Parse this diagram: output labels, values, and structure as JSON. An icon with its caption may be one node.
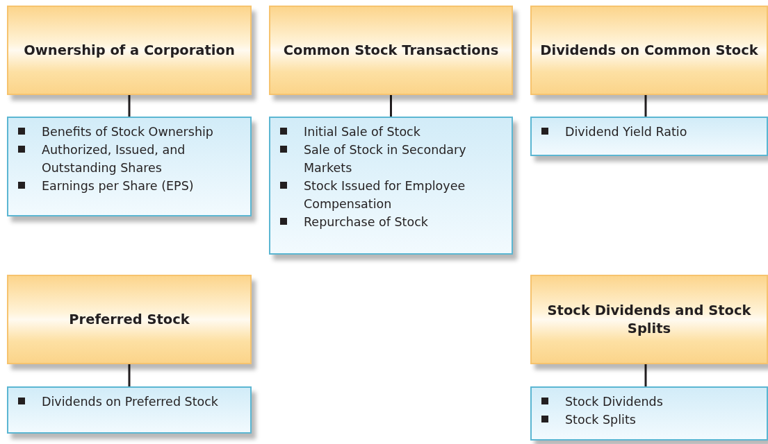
{
  "diagram": {
    "nodes": [
      {
        "text": [
          "Ownership of a Corporation"
        ]
      },
      {
        "text": [
          "Common Stock Transactions"
        ]
      },
      {
        "text": [
          "Dividends on Common Stock"
        ]
      },
      {
        "text": [
          "Benefits of Stock Ownership",
          "Authorized, Issued, and Outstanding Shares",
          "Earnings per Share (EPS)"
        ]
      },
      {
        "text": [
          "Initial Sale of Stock",
          "Sale of Stock in Secondary Markets",
          "Stock Issued for Employee Compensation",
          "Repurchase of Stock"
        ]
      },
      {
        "text": [
          "Dividend Yield Ratio"
        ]
      },
      {
        "text": [
          "Preferred Stock"
        ]
      },
      {
        "text": [
          "Stock Dividends and Stock Splits"
        ]
      },
      {
        "text": [
          "Dividends on Preferred Stock"
        ]
      },
      {
        "text": [
          "Stock Dividends",
          "Stock Splits"
        ]
      }
    ],
    "edges": [
      {
        "from": 0,
        "to": 3,
        "arrow": "none"
      },
      {
        "from": 1,
        "to": 4,
        "arrow": "none"
      },
      {
        "from": 2,
        "to": 5,
        "arrow": "none"
      },
      {
        "from": 6,
        "to": 8,
        "arrow": "none"
      },
      {
        "from": 7,
        "to": 9,
        "arrow": "none"
      }
    ]
  }
}
